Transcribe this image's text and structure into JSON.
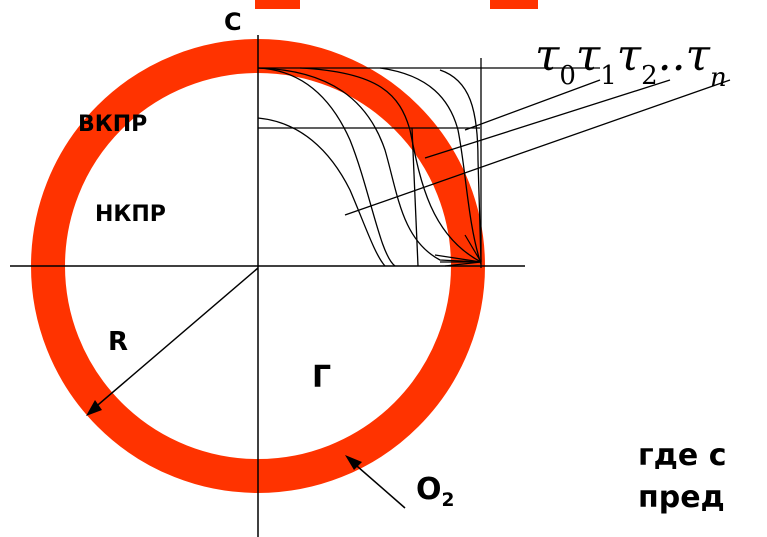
{
  "labels": {
    "c_axis": "C",
    "vkpr": "ВКПР",
    "nkpr": "НКПР",
    "radius": "R",
    "gas": "Г",
    "oxygen": "O",
    "oxygen_sub": "2",
    "footer_line1": "где с",
    "footer_line2": "пред"
  },
  "tau_labels": {
    "sym": "τ",
    "sub0": "0",
    "sub1": "1",
    "sub2": "2",
    "dots": "..",
    "subn": "n"
  },
  "colors": {
    "ring": "#ff3300",
    "title_bar": "#ff3300",
    "lines": "#000000"
  }
}
